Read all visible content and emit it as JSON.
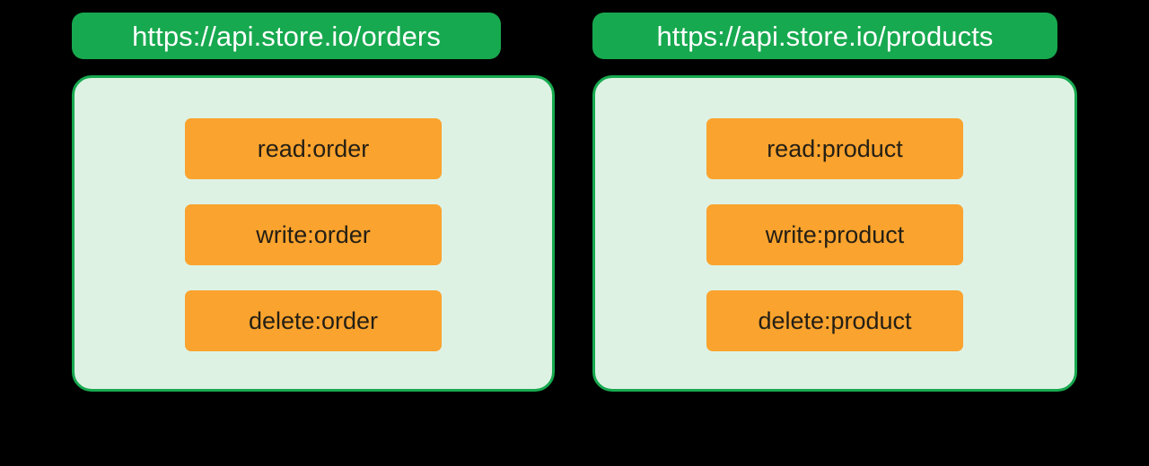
{
  "diagram": {
    "background_color": "#000000",
    "accent_green": "#17A94F",
    "panel_fill": "#DEF2E4",
    "chip_color": "#FAA32E",
    "chip_text_color": "#241F15",
    "header_text_color": "#FFFFFF"
  },
  "groups": [
    {
      "id": "orders",
      "header": "https://api.store.io/orders",
      "scopes": [
        {
          "label": "read:order"
        },
        {
          "label": "write:order"
        },
        {
          "label": "delete:order"
        }
      ]
    },
    {
      "id": "products",
      "header": "https://api.store.io/products",
      "scopes": [
        {
          "label": "read:product"
        },
        {
          "label": "write:product"
        },
        {
          "label": "delete:product"
        }
      ]
    }
  ]
}
